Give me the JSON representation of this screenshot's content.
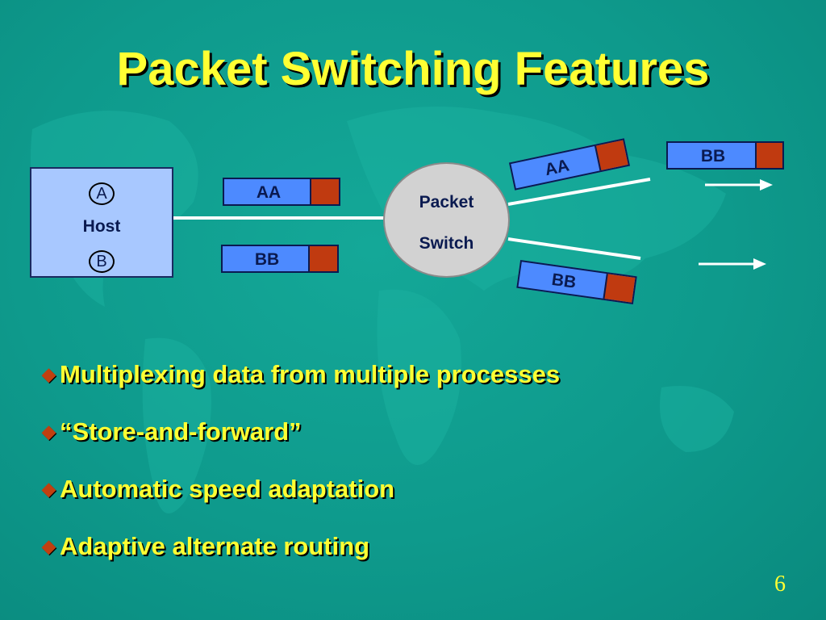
{
  "slide": {
    "title": "Packet Switching Features",
    "page_number": "6"
  },
  "diagram": {
    "host": {
      "label": "Host",
      "process_a": "A",
      "process_b": "B"
    },
    "switch": {
      "line1": "Packet",
      "line2": "Switch"
    },
    "incoming_packets": [
      "AA",
      "BB"
    ],
    "outgoing_upper": [
      "AA",
      "BB"
    ],
    "outgoing_lower": [
      "BB"
    ]
  },
  "bullets": [
    "Multiplexing data from multiple processes",
    "“Store-and-forward”",
    "Automatic speed adaptation",
    "Adaptive alternate routing"
  ],
  "colors": {
    "background": "#0e9a8c",
    "title_text": "#ffff33",
    "host_box": "#a8c8ff",
    "packet_body": "#4d8aff",
    "packet_tail": "#c03a10",
    "switch_fill": "#d2d2d2",
    "bullet_icon": "#c04010"
  },
  "icons": {
    "bullet": "diamond-bullet-icon",
    "direction": "arrow-right-icon"
  }
}
